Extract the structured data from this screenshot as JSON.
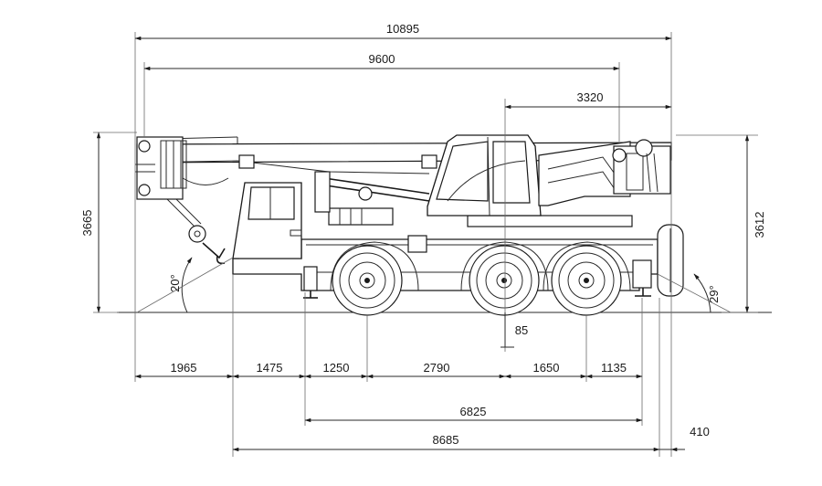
{
  "dimensions": {
    "overall_length": "10895",
    "boom_length": "9600",
    "superstructure_rear": "3320",
    "height_left": "3665",
    "height_right": "3612",
    "approach_angle": "20°",
    "departure_angle": "29°",
    "offset": "85",
    "front_overhang": "1965",
    "cab_section": "1475",
    "front_to_axle1": "1250",
    "axle1_to_axle2": "2790",
    "axle2_to_axle3": "1650",
    "rear_overhang": "1135",
    "wheel_span": "6825",
    "outrigger_extra": "410",
    "carrier_length": "8685"
  }
}
